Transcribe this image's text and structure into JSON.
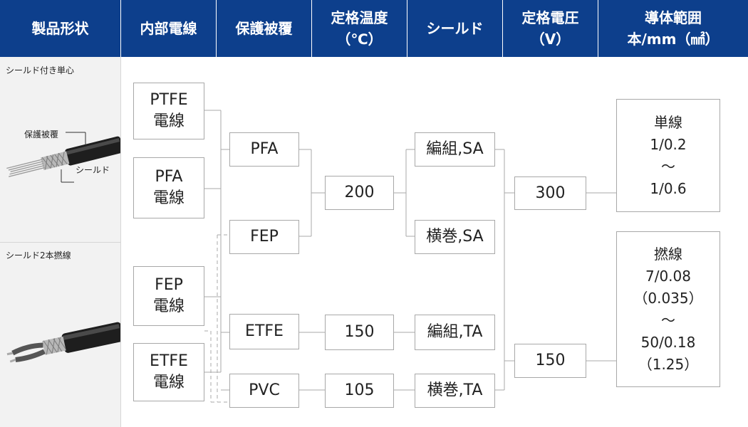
{
  "headers": {
    "shape": "製品形状",
    "internal_wire": "内部電線",
    "jacket": "保護被覆",
    "temperature": "定格温度\n（℃）",
    "shield": "シールド",
    "voltage": "定格電圧\n（V）",
    "conductor": "導体範囲\n本/mm（㎟）"
  },
  "products": {
    "single": {
      "label": "シールド付き単心",
      "callout_jacket": "保護被覆",
      "callout_shield": "シールド"
    },
    "twisted": {
      "label": "シールド2本撚線"
    }
  },
  "wires": {
    "ptfe": "PTFE\n電線",
    "pfa": "PFA\n電線",
    "fep": "FEP\n電線",
    "etfe": "ETFE\n電線"
  },
  "jackets": {
    "pfa": "PFA",
    "fep": "FEP",
    "etfe": "ETFE",
    "pvc": "PVC"
  },
  "temps": {
    "t200": "200",
    "t150": "150",
    "t105": "105"
  },
  "shields": {
    "braid_sa": "編組,SA",
    "spiral_sa": "横巻,SA",
    "braid_ta": "編組,TA",
    "spiral_ta": "横巻,TA"
  },
  "voltages": {
    "v300": "300",
    "v150": "150"
  },
  "conductors": {
    "solid": "単線\n1/0.2\n～\n1/0.6",
    "stranded": "撚線\n7/0.08\n（0.035）\n～\n50/0.18\n（1.25）"
  },
  "colors": {
    "header_bg": "#0d3f8c",
    "line": "#a8a8a8",
    "panel_bg": "#f2f2f2"
  }
}
